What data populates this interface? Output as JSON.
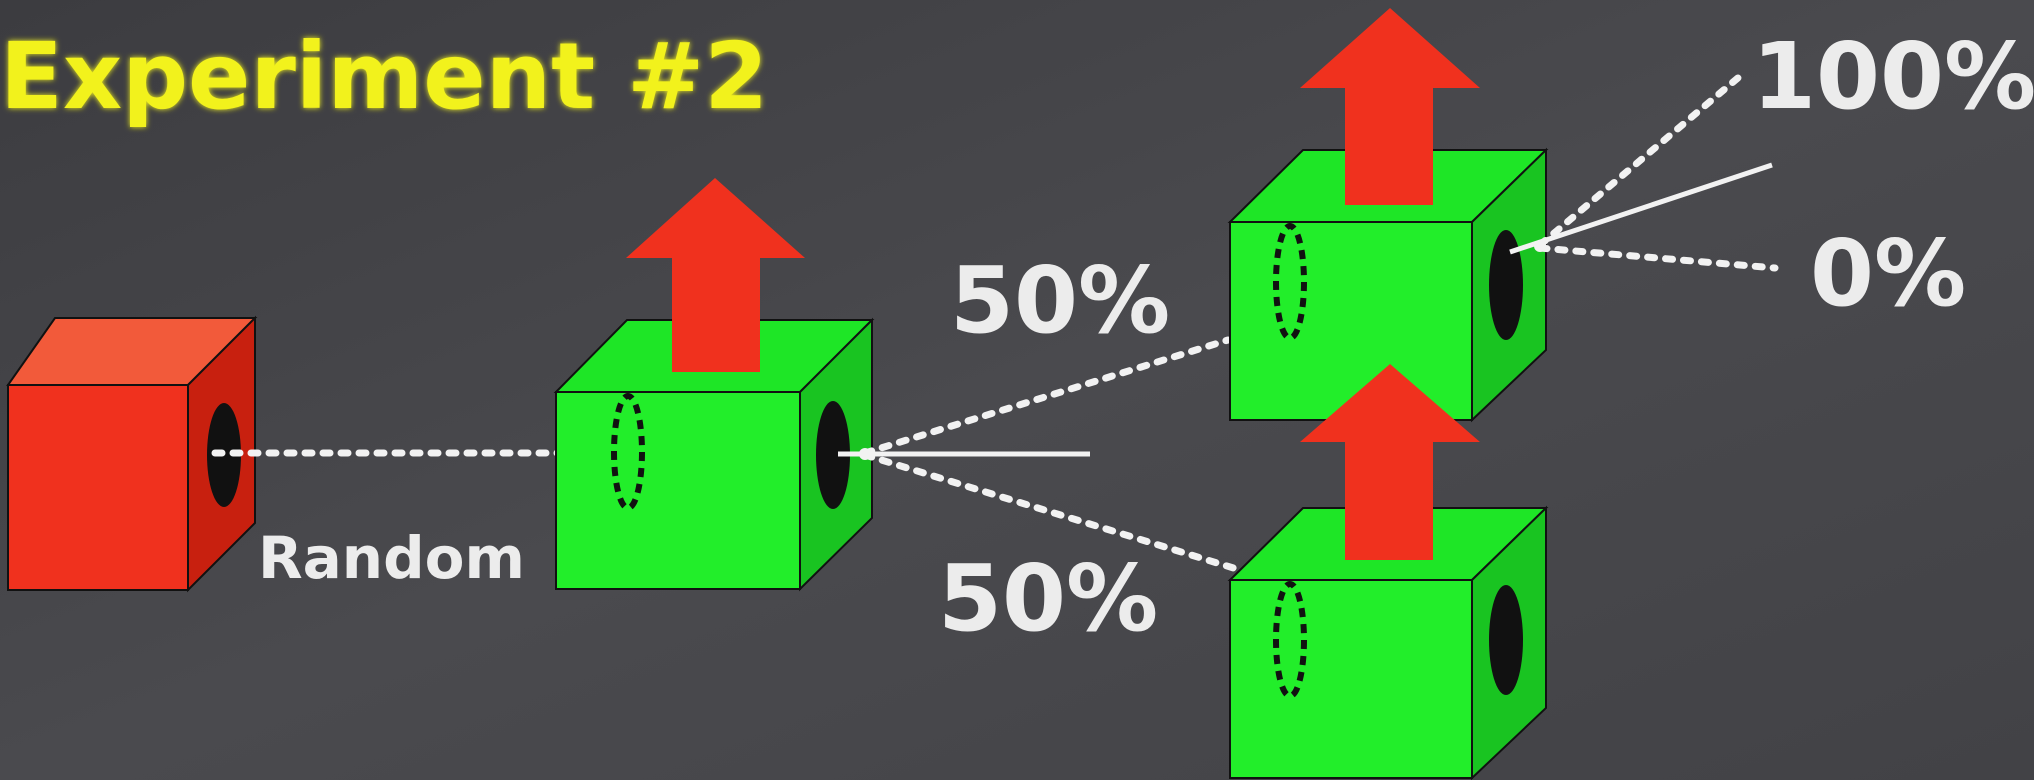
{
  "title": "Experiment #2",
  "labels": {
    "random": "Random",
    "first_split_upper": "50%",
    "first_split_lower": "50%",
    "second_split_upper": "100%",
    "second_split_lower": "0%"
  },
  "colors": {
    "background": "#47474b",
    "title": "#f2f21e",
    "label_text": "#ececec",
    "red_box": "#f0311e",
    "green_box": "#22ee2a",
    "arrow": "#f0311e",
    "beam": "#f2f2f2",
    "aperture": "#111111"
  },
  "objects": {
    "source_box": "red cube with aperture (random spin source)",
    "analyzer_1": "green cube with up arrow",
    "analyzer_2_upper": "green cube with up arrow",
    "analyzer_2_lower": "green cube with up arrow",
    "arrow_icon": "red up arrow"
  }
}
